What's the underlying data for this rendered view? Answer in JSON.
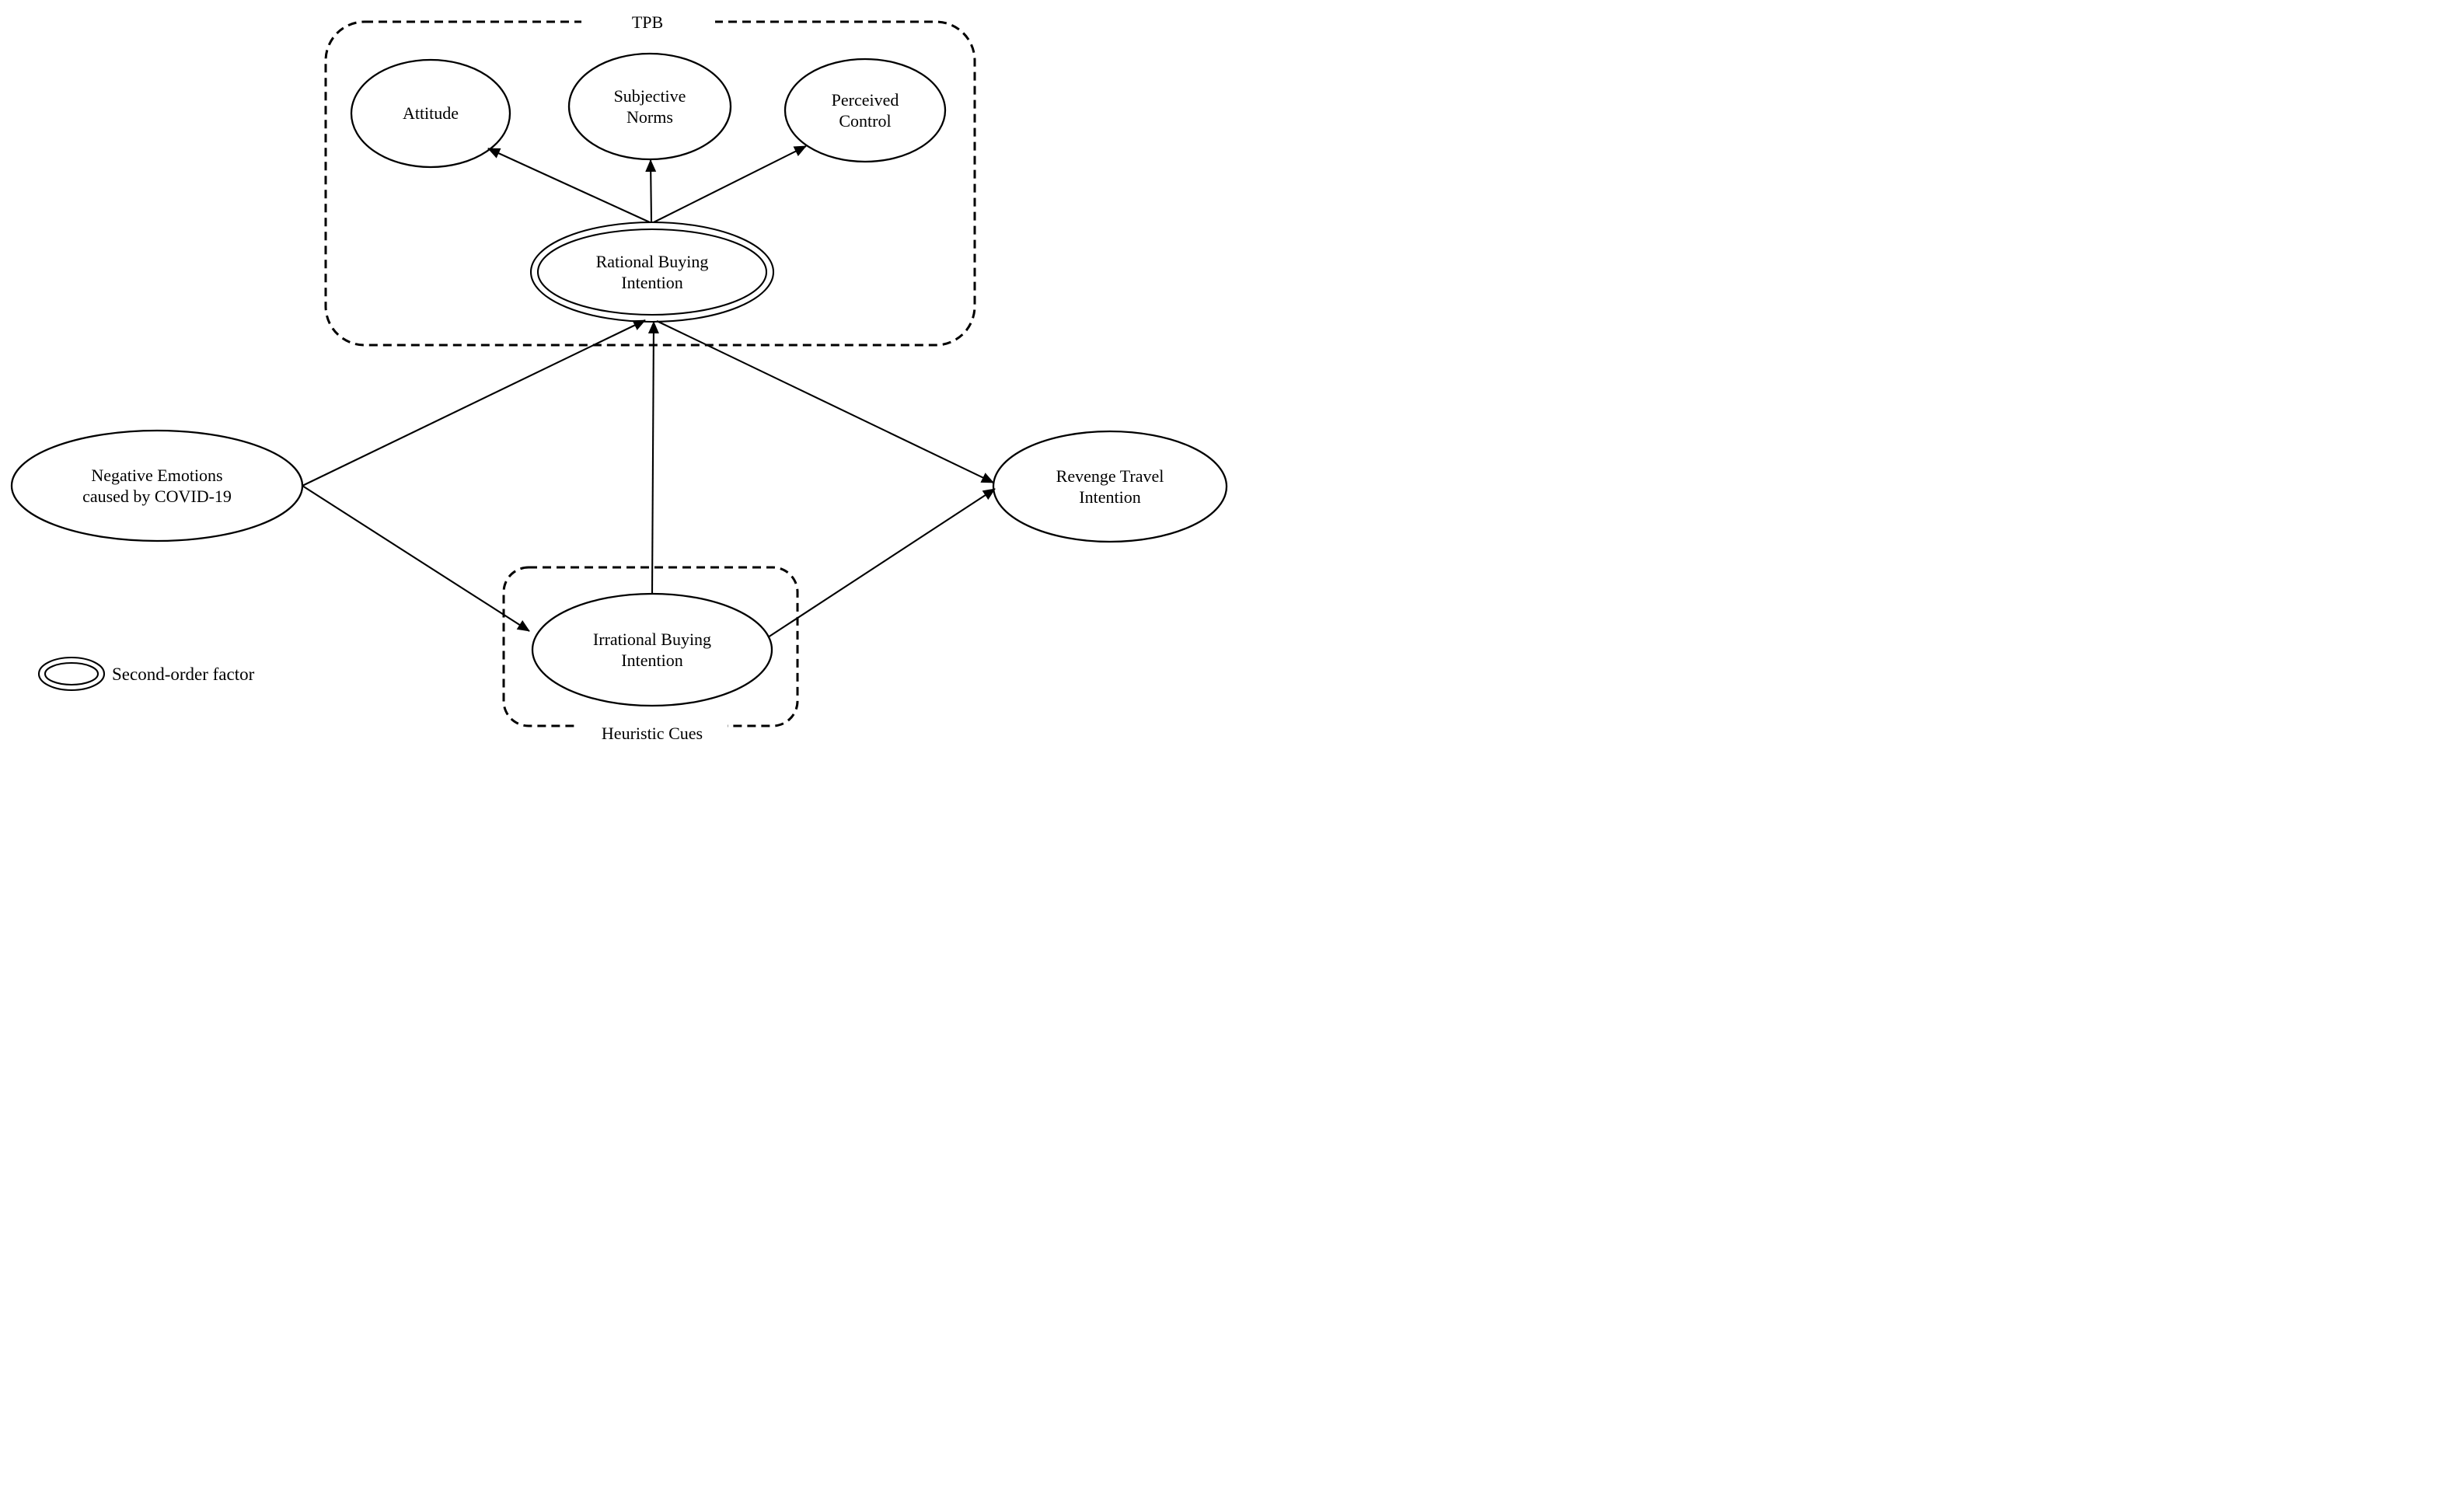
{
  "figure": {
    "background_color": "#ffffff",
    "ink_color": "#000000",
    "tpb_group_label": "TPB",
    "heuristic_group_label": "Heuristic Cues",
    "nodes": {
      "attitude": {
        "label": "Attitude"
      },
      "subjective_norms": {
        "line1": "Subjective",
        "line2": "Norms"
      },
      "perceived_control": {
        "line1": "Perceived",
        "line2": "Control"
      },
      "rational_buying_intention": {
        "line1": "Rational Buying",
        "line2": "Intention",
        "factor_type": "second-order factor"
      },
      "negative_emotions": {
        "line1": "Negative Emotions",
        "line2": "caused by COVID-19"
      },
      "revenge_travel_intention": {
        "line1": "Revenge Travel",
        "line2": "Intention"
      },
      "irrational_buying_intention": {
        "line1": "Irrational Buying",
        "line2": "Intention"
      }
    },
    "edges": [
      {
        "from": "rational_buying_intention",
        "to": "attitude"
      },
      {
        "from": "rational_buying_intention",
        "to": "subjective_norms"
      },
      {
        "from": "rational_buying_intention",
        "to": "perceived_control"
      },
      {
        "from": "negative_emotions",
        "to": "rational_buying_intention"
      },
      {
        "from": "negative_emotions",
        "to": "irrational_buying_intention"
      },
      {
        "from": "irrational_buying_intention",
        "to": "rational_buying_intention"
      },
      {
        "from": "rational_buying_intention",
        "to": "revenge_travel_intention"
      },
      {
        "from": "irrational_buying_intention",
        "to": "revenge_travel_intention"
      }
    ],
    "legend": {
      "symbol": "double-ellipse",
      "label": "Second-order factor"
    }
  }
}
